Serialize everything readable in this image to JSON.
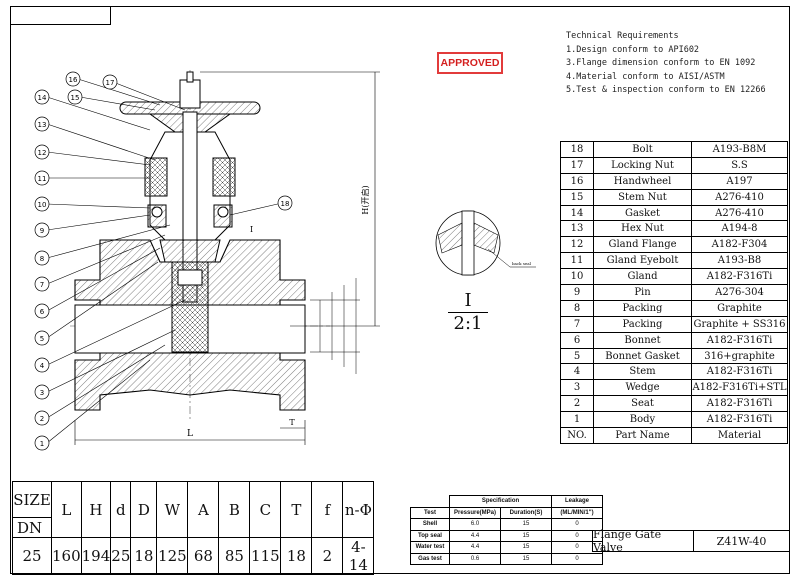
{
  "stamp": "APPROVED",
  "technical_requirements": {
    "title": "Technical Requirements",
    "items": [
      "1.Design conform to API602",
      "3.Flange dimension conform to EN 1092",
      "4.Material conform to AISI/ASTM",
      "5.Test & inspection conform to EN 12266"
    ]
  },
  "parts_table": {
    "header": [
      "NO.",
      "Part Name",
      "Material"
    ],
    "rows": [
      [
        "18",
        "Bolt",
        "A193-B8M"
      ],
      [
        "17",
        "Locking Nut",
        "S.S"
      ],
      [
        "16",
        "Handwheel",
        "A197"
      ],
      [
        "15",
        "Stem Nut",
        "A276-410"
      ],
      [
        "14",
        "Gasket",
        "A276-410"
      ],
      [
        "13",
        "Hex Nut",
        "A194-8"
      ],
      [
        "12",
        "Gland Flange",
        "A182-F304"
      ],
      [
        "11",
        "Gland Eyebolt",
        "A193-B8"
      ],
      [
        "10",
        "Gland",
        "A182-F316Ti"
      ],
      [
        "9",
        "Pin",
        "A276-304"
      ],
      [
        "8",
        "Packing",
        "Graphite"
      ],
      [
        "7",
        "Packing",
        "Graphite + SS316"
      ],
      [
        "6",
        "Bonnet",
        "A182-F316Ti"
      ],
      [
        "5",
        "Bonnet Gasket",
        "316+graphite"
      ],
      [
        "4",
        "Stem",
        "A182-F316Ti"
      ],
      [
        "3",
        "Wedge",
        "A182-F316Ti+STL"
      ],
      [
        "2",
        "Seat",
        "A182-F316Ti"
      ],
      [
        "1",
        "Body",
        "A182-F316Ti"
      ]
    ]
  },
  "dimension_table": {
    "size_label": "SIZE",
    "dn_label": "DN",
    "headers": [
      "L",
      "H",
      "d",
      "D",
      "W",
      "A",
      "B",
      "C",
      "T",
      "f",
      "n-Φ"
    ],
    "values": [
      "25",
      "160",
      "194",
      "25",
      "18",
      "125",
      "68",
      "85",
      "115",
      "18",
      "2",
      "4-14"
    ]
  },
  "test_table": {
    "group_spec": "Specification",
    "group_leak": "Leakage",
    "headers": [
      "Test",
      "Pressure(MPa)",
      "Duration(S)",
      "(ML/MIN/1\")"
    ],
    "rows": [
      [
        "Shell",
        "6.0",
        "15",
        "0"
      ],
      [
        "Top seal",
        "4.4",
        "15",
        "0"
      ],
      [
        "Water test",
        "4.4",
        "15",
        "0"
      ],
      [
        "Gas test",
        "0.6",
        "15",
        "0"
      ]
    ]
  },
  "title_block": {
    "name": "Flange Gate Valve",
    "model": "Z41W-40"
  },
  "drawing": {
    "callouts": [
      "1",
      "2",
      "3",
      "4",
      "5",
      "6",
      "7",
      "8",
      "9",
      "10",
      "11",
      "12",
      "13",
      "14",
      "15",
      "16",
      "17",
      "18"
    ],
    "dim_L": "L",
    "dim_T": "T",
    "dim_H": "H(开启)",
    "detail_mark": "I",
    "detail_scale": "2:1",
    "detail_note": "back seal"
  }
}
